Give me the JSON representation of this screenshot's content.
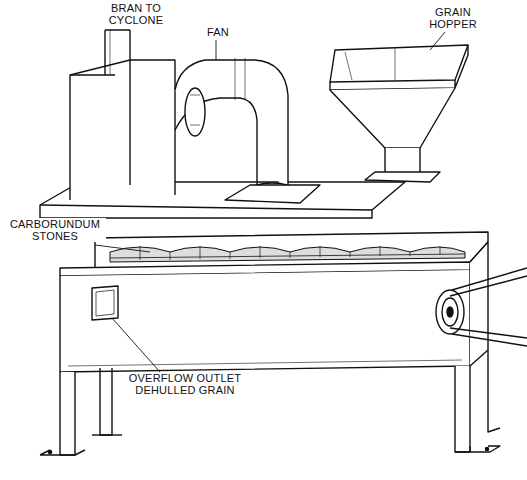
{
  "diagram": {
    "labels": [
      "BRAN TO CYCLONE",
      "FAN",
      "GRAIN HOPPER",
      "CARBORUNDUM STONES",
      "OVERFLOW OUTLET DEHULLED GRAIN"
    ]
  }
}
